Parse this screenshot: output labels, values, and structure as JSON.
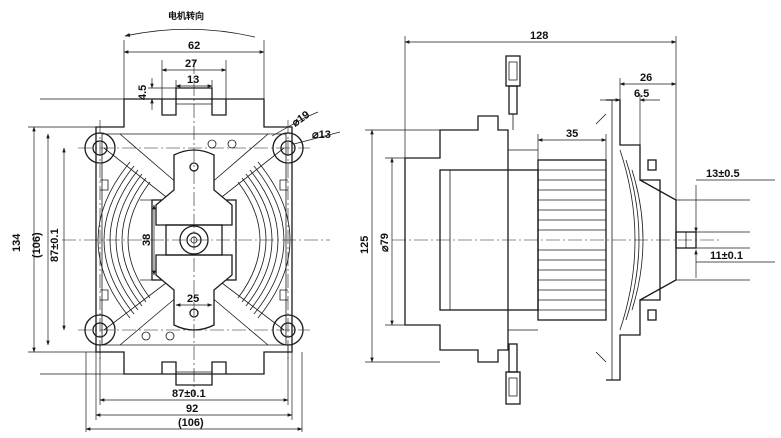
{
  "front_view": {
    "rotation_label": "电机转向",
    "dims": {
      "width_62": "62",
      "width_27": "27",
      "width_13": "13",
      "offset_4_5": "4.5",
      "hole_19": "⌀19",
      "hole_13": "⌀13",
      "height_134": "134",
      "height_106": "(106)",
      "height_87": "87±0.1",
      "core_38": "38",
      "tab_25": "25",
      "bottom_87": "87±0.1",
      "bottom_92": "92",
      "bottom_106": "(106)"
    }
  },
  "side_view": {
    "dims": {
      "length_128": "128",
      "length_26": "26",
      "length_6_5": "6.5",
      "stack_35": "35",
      "height_125": "125",
      "dia_79": "⌀79",
      "shaft_13": "13±0.5",
      "shaft_11": "11±0.1"
    }
  }
}
